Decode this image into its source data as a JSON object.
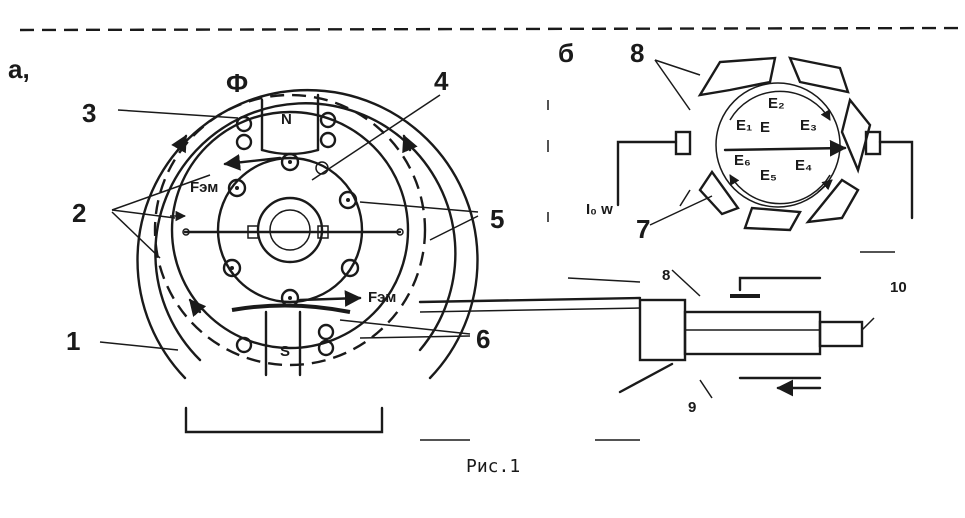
{
  "figure": {
    "caption": "Рис.1",
    "panel_a_label": "а,",
    "panel_b_label": "б",
    "callouts": {
      "n1": "1",
      "n2": "2",
      "n3": "3",
      "n4": "4",
      "n5": "5",
      "n6": "6",
      "n8": "8",
      "n7": "7",
      "n8b": "8",
      "n9": "9",
      "n10": "10"
    },
    "pole_labels": {
      "north": "N",
      "south": "S"
    },
    "flux_label": "Ф",
    "force_labels": {
      "f_upper": "Fэм",
      "f_lower": "Fэм"
    },
    "emf_labels": [
      "E₁",
      "E",
      "E₂",
      "E₃",
      "E₄",
      "E₅",
      "E₆"
    ],
    "current_label": "I₀ w"
  }
}
